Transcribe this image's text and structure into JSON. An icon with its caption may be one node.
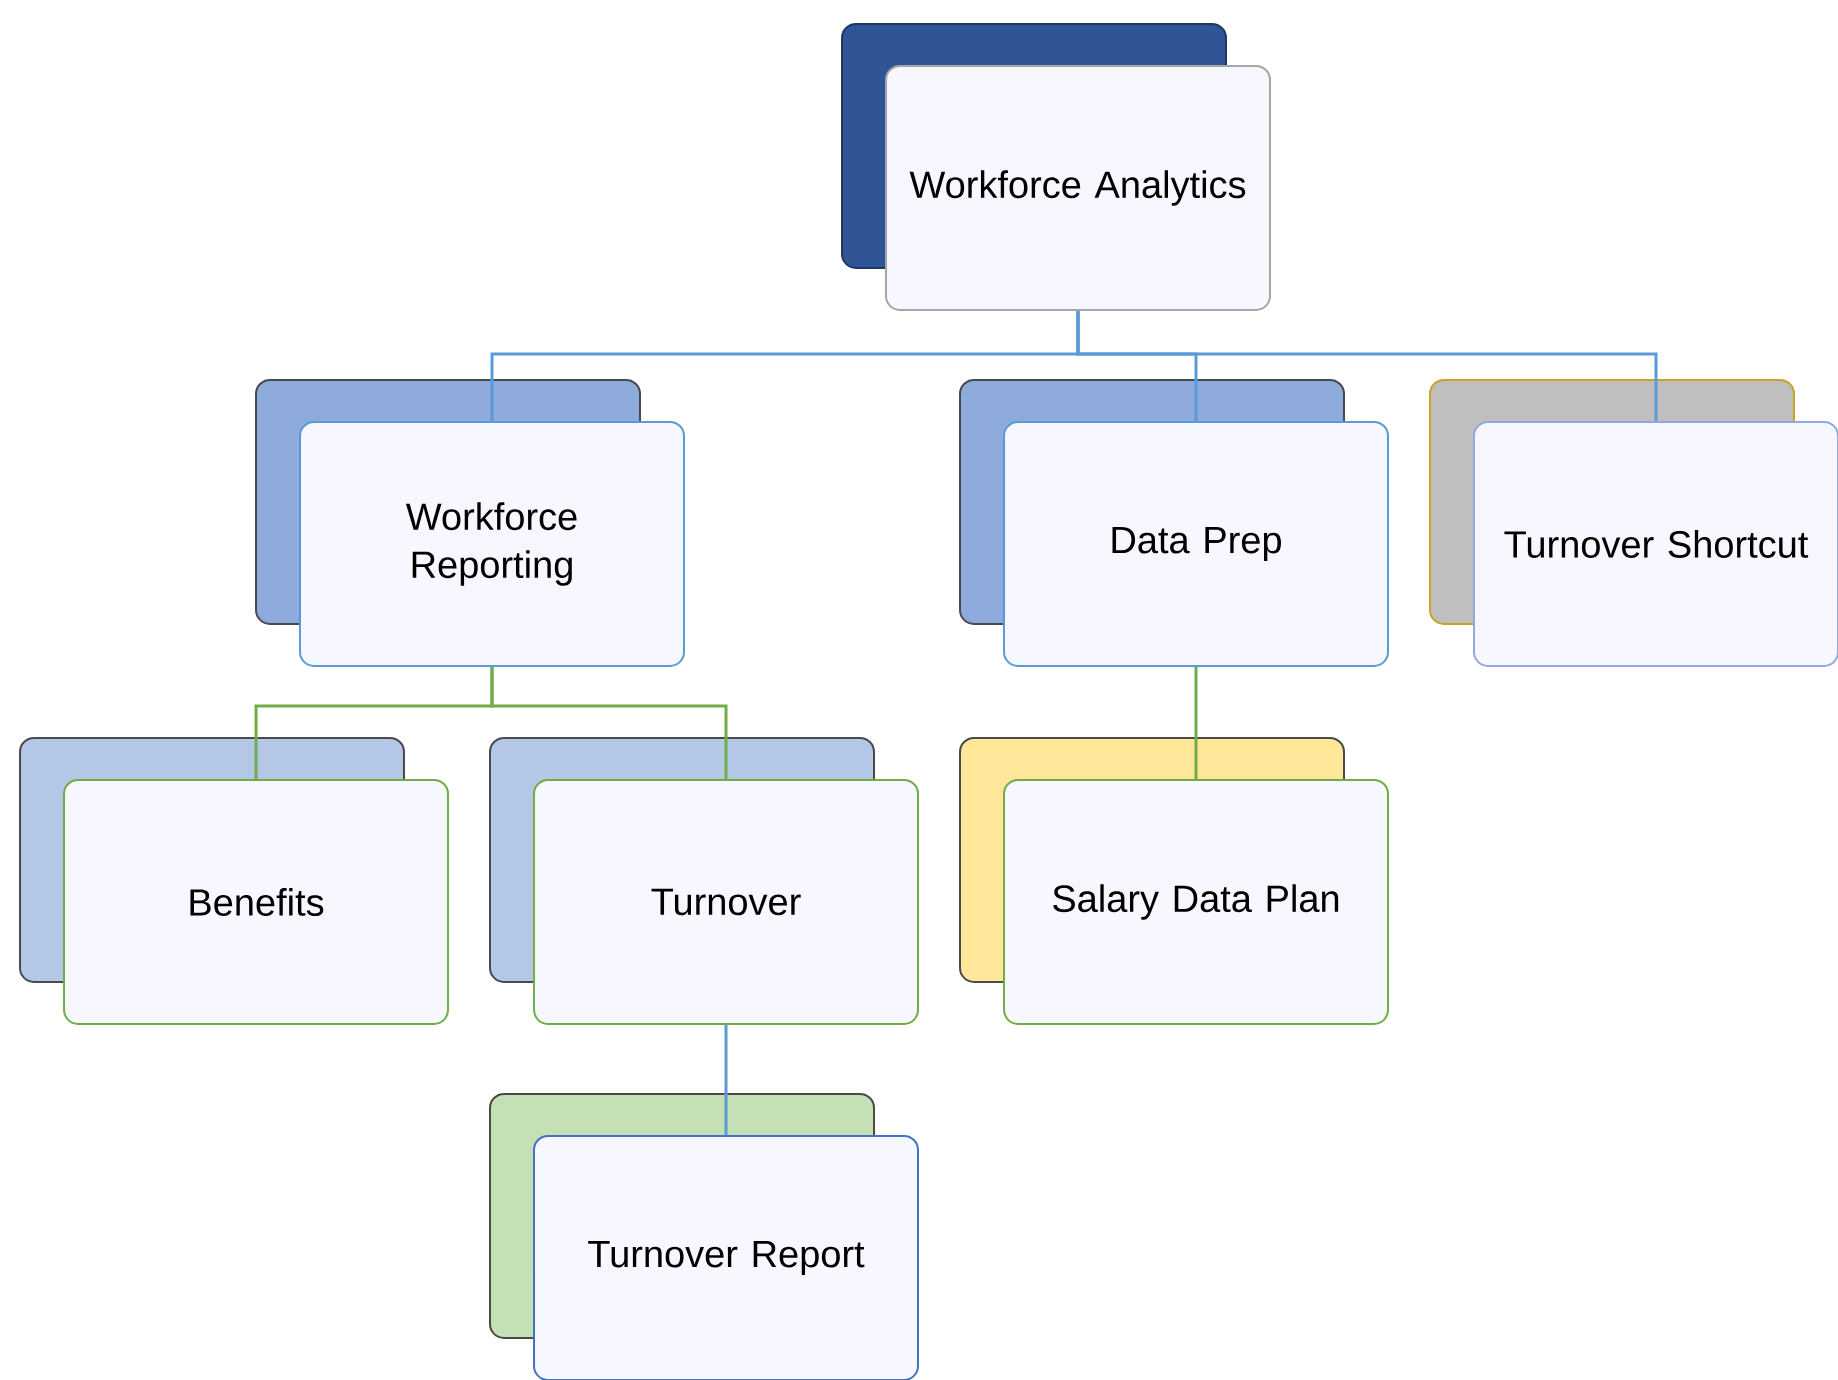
{
  "diagram": {
    "nodes": [
      {
        "text": [
          "Workforce Analytics"
        ]
      },
      {
        "text": [
          "Workforce Reporting"
        ]
      },
      {
        "text": [
          "Data Prep"
        ]
      },
      {
        "text": [
          "Turnover Shortcut"
        ]
      },
      {
        "text": [
          "Benefits"
        ]
      },
      {
        "text": [
          "Turnover"
        ]
      },
      {
        "text": [
          "Salary Data Plan"
        ]
      },
      {
        "text": [
          "Turnover Report"
        ]
      }
    ],
    "edges": [
      {
        "from": 0,
        "to": 1,
        "arrow": "none"
      },
      {
        "from": 0,
        "to": 2,
        "arrow": "none"
      },
      {
        "from": 0,
        "to": 3,
        "arrow": "none"
      },
      {
        "from": 1,
        "to": 4,
        "arrow": "none",
        "color": "#70ad47"
      },
      {
        "from": 1,
        "to": 5,
        "arrow": "none",
        "color": "#70ad47"
      },
      {
        "from": 2,
        "to": 6,
        "arrow": "none",
        "color": "#70ad47"
      },
      {
        "from": 5,
        "to": 7,
        "arrow": "none"
      }
    ]
  }
}
